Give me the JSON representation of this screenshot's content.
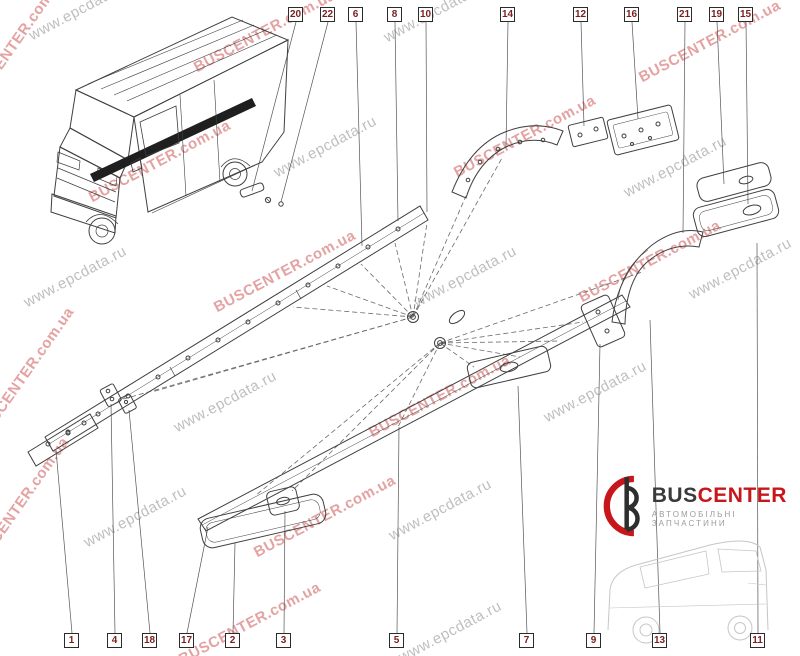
{
  "diagram": {
    "callouts_top": [
      "20",
      "22",
      "6",
      "8",
      "10",
      "14",
      "12",
      "16",
      "21",
      "19",
      "15"
    ],
    "callouts_bottom": [
      "1",
      "4",
      "18",
      "17",
      "2",
      "3",
      "5",
      "7",
      "9",
      "13",
      "11"
    ]
  },
  "watermark": {
    "epcdata": "www.epcdata.ru",
    "buscenter": "BUSCENTER.com.ua"
  },
  "logo": {
    "name_black": "BUS",
    "name_red": "CENTER",
    "tagline": "АВТОМОБІЛЬНІ ЗАПЧАСТИНИ"
  },
  "colors": {
    "accent_red": "#c8171c",
    "callout_number": "#7a1d1d",
    "line_art": "#3f3f3f",
    "watermark_red": "#cd5c5c",
    "watermark_gray": "#8c8c8c"
  }
}
